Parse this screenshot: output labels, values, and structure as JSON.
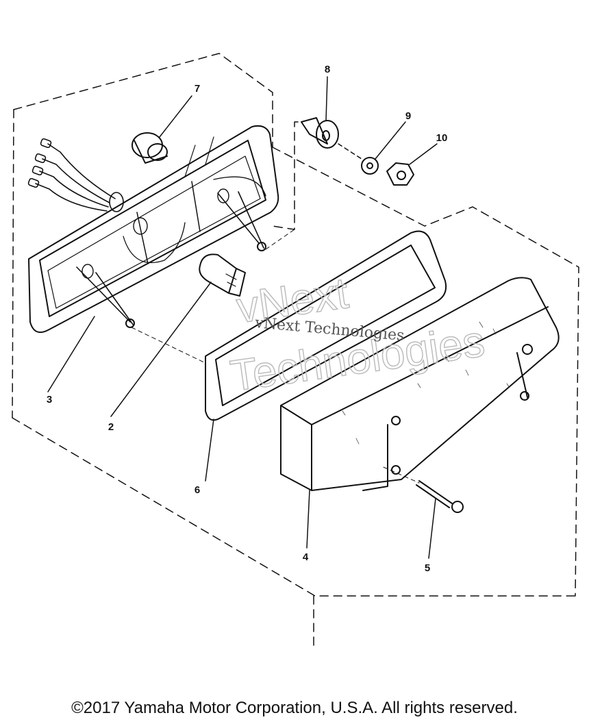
{
  "callouts": [
    {
      "id": "c1",
      "label": "2"
    },
    {
      "id": "c2",
      "label": "3"
    },
    {
      "id": "c3",
      "label": "4"
    },
    {
      "id": "c4",
      "label": "5"
    },
    {
      "id": "c5",
      "label": "6"
    },
    {
      "id": "c6",
      "label": "7"
    },
    {
      "id": "c7",
      "label": "8"
    },
    {
      "id": "c8",
      "label": "9"
    },
    {
      "id": "c9",
      "label": "10"
    }
  ],
  "watermark": {
    "line1": "vNext",
    "line2": "Technologies",
    "small": "vNext Technologies"
  },
  "copyright": "©2017 Yamaha Motor Corporation, U.S.A. All rights reserved."
}
